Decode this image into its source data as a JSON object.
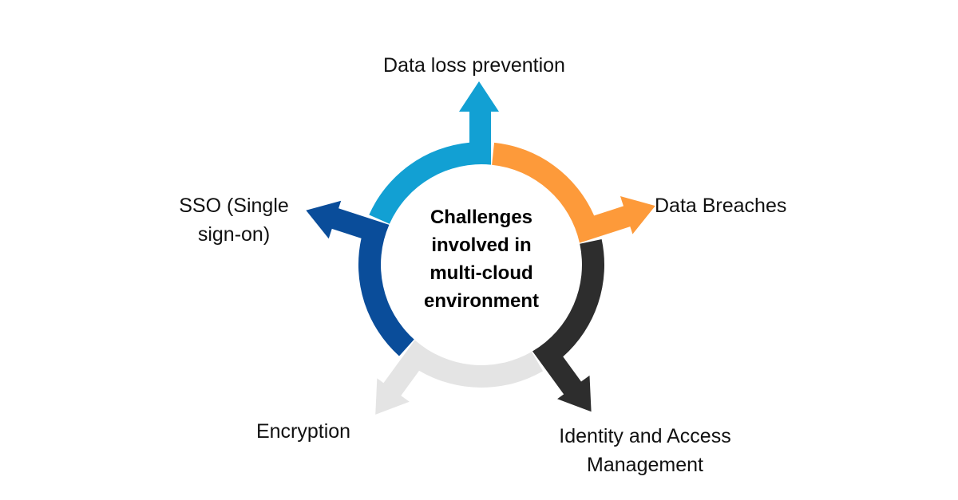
{
  "center_title": [
    "Challenges",
    "involved  in",
    "multi-cloud",
    "environment"
  ],
  "segments": [
    {
      "label": [
        "Data loss prevention"
      ],
      "color": "#12a0d3"
    },
    {
      "label": [
        "Data Breaches"
      ],
      "color": "#fd9a3a"
    },
    {
      "label": [
        "Identity and Access",
        "Management"
      ],
      "color": "#2d2d2d"
    },
    {
      "label": [
        "Encryption"
      ],
      "color": "#e4e4e4"
    },
    {
      "label": [
        "SSO (Single",
        "sign-on)"
      ],
      "color": "#0a4d9a"
    }
  ]
}
